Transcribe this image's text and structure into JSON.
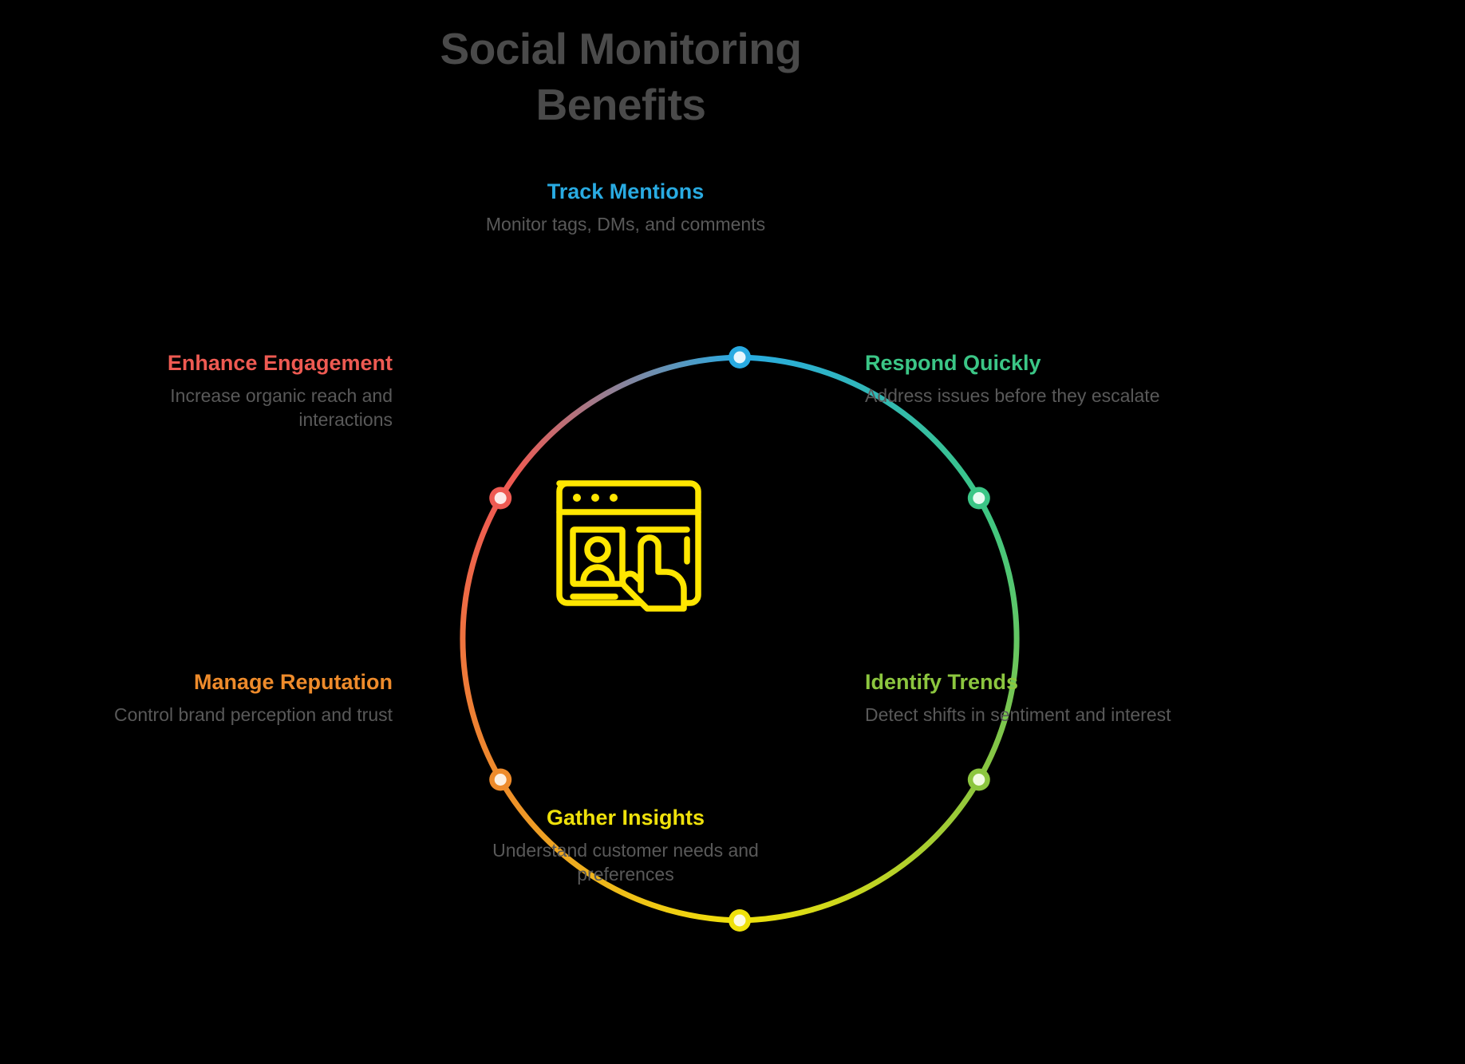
{
  "page": {
    "background": "#000000",
    "title_color": "#4a4a4a",
    "description_color": "#595959"
  },
  "header": {
    "title": "Social Monitoring\nBenefits"
  },
  "center": {
    "icon_name": "social-monitoring-icon",
    "icon_color": "#FFE600",
    "icon_description": "Browser window with profile card and pointing hand"
  },
  "diagram": {
    "type": "cycle",
    "node_count": 6,
    "nodes": [
      {
        "id": "track-mentions",
        "heading": "Track Mentions",
        "description": "Monitor tags, DMs, and comments",
        "color": "#29ABE2",
        "fill": "#E6F6FD",
        "angle_deg": 270,
        "align": "center"
      },
      {
        "id": "respond-quickly",
        "heading": "Respond Quickly",
        "description": "Address issues before they escalate",
        "color": "#3BC686",
        "fill": "#E8FBF1",
        "angle_deg": 330,
        "align": "left"
      },
      {
        "id": "identify-trends",
        "heading": "Identify Trends",
        "description": "Detect shifts in sentiment and interest",
        "color": "#8CC63F",
        "fill": "#F2FBE2",
        "angle_deg": 30,
        "align": "left"
      },
      {
        "id": "gather-insights",
        "heading": "Gather Insights",
        "description": "Understand customer needs and preferences",
        "color": "#EFE10B",
        "fill": "#FDFBE0",
        "angle_deg": 90,
        "align": "center"
      },
      {
        "id": "manage-reputation",
        "heading": "Manage Reputation",
        "description": "Control brand perception and trust",
        "color": "#EE8B2B",
        "fill": "#FDF0E2",
        "angle_deg": 150,
        "align": "right"
      },
      {
        "id": "enhance-engagement",
        "heading": "Enhance Engagement",
        "description": "Increase organic reach and interactions",
        "color": "#EE5A52",
        "fill": "#FDEAE8",
        "angle_deg": 210,
        "align": "right"
      }
    ]
  }
}
